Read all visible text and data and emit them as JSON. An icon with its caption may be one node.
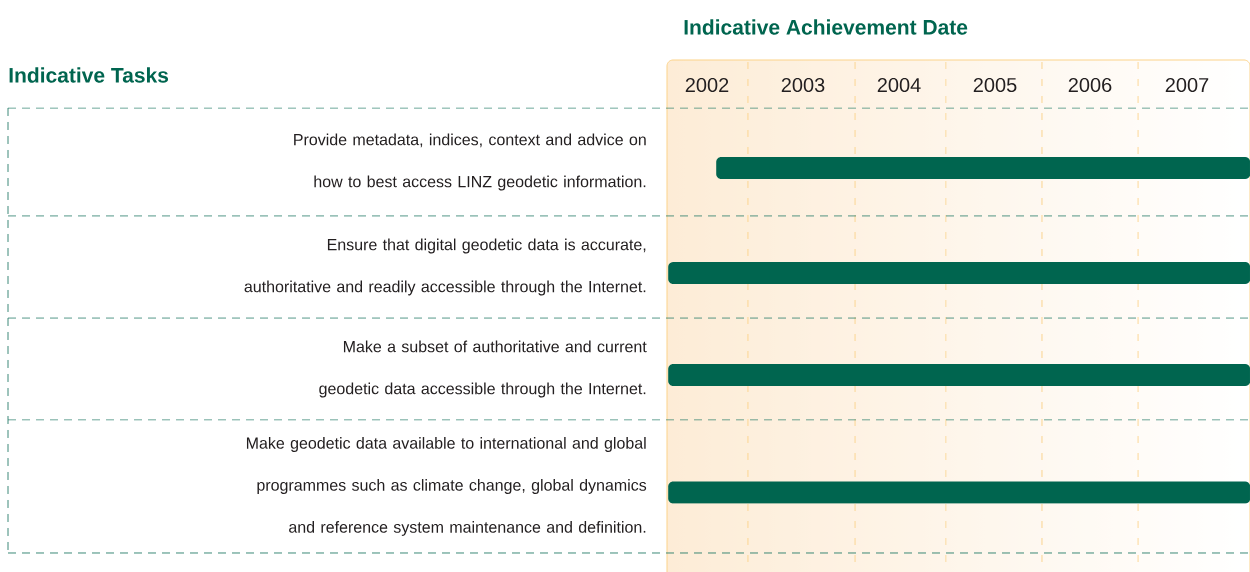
{
  "diagram": {
    "nodes": [
      {
        "text": [
          "Provide metadata, indices, context and advice on how to best access LINZ geodetic information."
        ]
      },
      {
        "text": [
          "Ensure that digital geodetic data is accurate, authoritative and readily accessible through the Internet."
        ]
      },
      {
        "text": [
          "Make a subset of authoritative and current geodetic data accessible through the Internet."
        ]
      },
      {
        "text": [
          "Make geodetic data available to international and global programmes such as climate change, global dynamics and reference system maintenance and definition."
        ]
      },
      {
        "text": [],
        "shape": "bar"
      },
      {
        "text": [],
        "shape": "bar"
      },
      {
        "text": [],
        "shape": "bar"
      },
      {
        "text": [],
        "shape": "bar"
      }
    ],
    "labels": [
      "Indicative Achievement Date",
      "Indicative Tasks",
      "2002",
      "2003",
      "2004",
      "2005",
      "2006",
      "2007"
    ]
  }
}
